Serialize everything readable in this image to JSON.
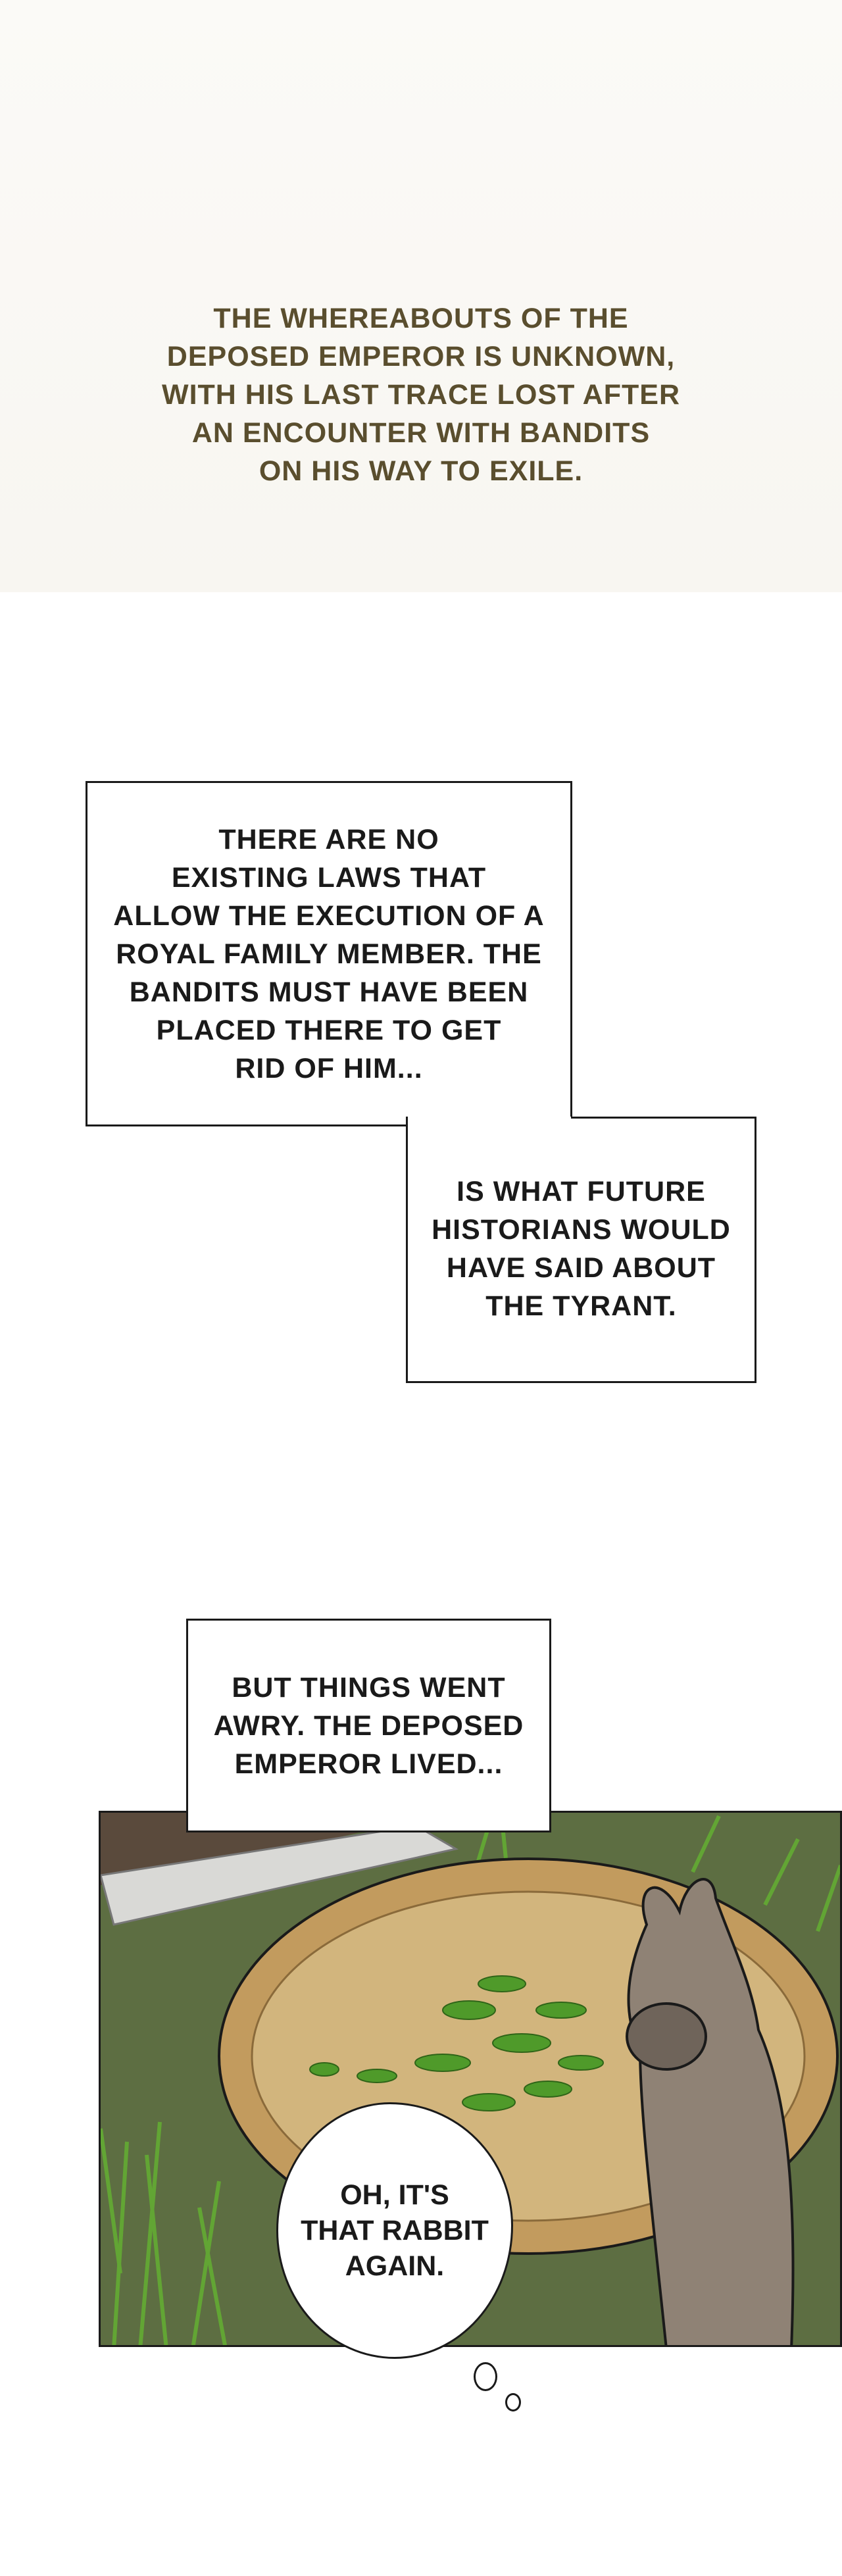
{
  "narration": {
    "text": "THE WHEREABOUTS OF THE\nDEPOSED EMPEROR IS UNKNOWN,\nWITH HIS LAST TRACE LOST AFTER\nAN ENCOUNTER WITH BANDITS\nON HIS WAY TO EXILE.",
    "color": "#5a4e2e"
  },
  "caption_1": {
    "text": "THERE ARE NO\nEXISTING LAWS THAT\nALLOW THE EXECUTION OF A\nROYAL FAMILY MEMBER. THE\nBANDITS MUST HAVE BEEN\nPLACED THERE TO GET\nRID OF HIM..."
  },
  "caption_2": {
    "text": "IS WHAT FUTURE\nHISTORIANS WOULD\nHAVE SAID ABOUT\nTHE TYRANT."
  },
  "caption_3": {
    "text": "BUT THINGS WENT\nAWRY. THE DEPOSED\nEMPEROR LIVED..."
  },
  "speech_bubble": {
    "text": "OH, IT'S\nTHAT RABBIT\nAGAIN."
  },
  "panel": {
    "icons": [
      "rabbit-illustration",
      "basket-illustration",
      "grass-illustration",
      "stone-curb-illustration"
    ],
    "colors": {
      "grass": "#4f8a2c",
      "basket": "#c8a46a",
      "rabbit": "#8f8275"
    }
  }
}
